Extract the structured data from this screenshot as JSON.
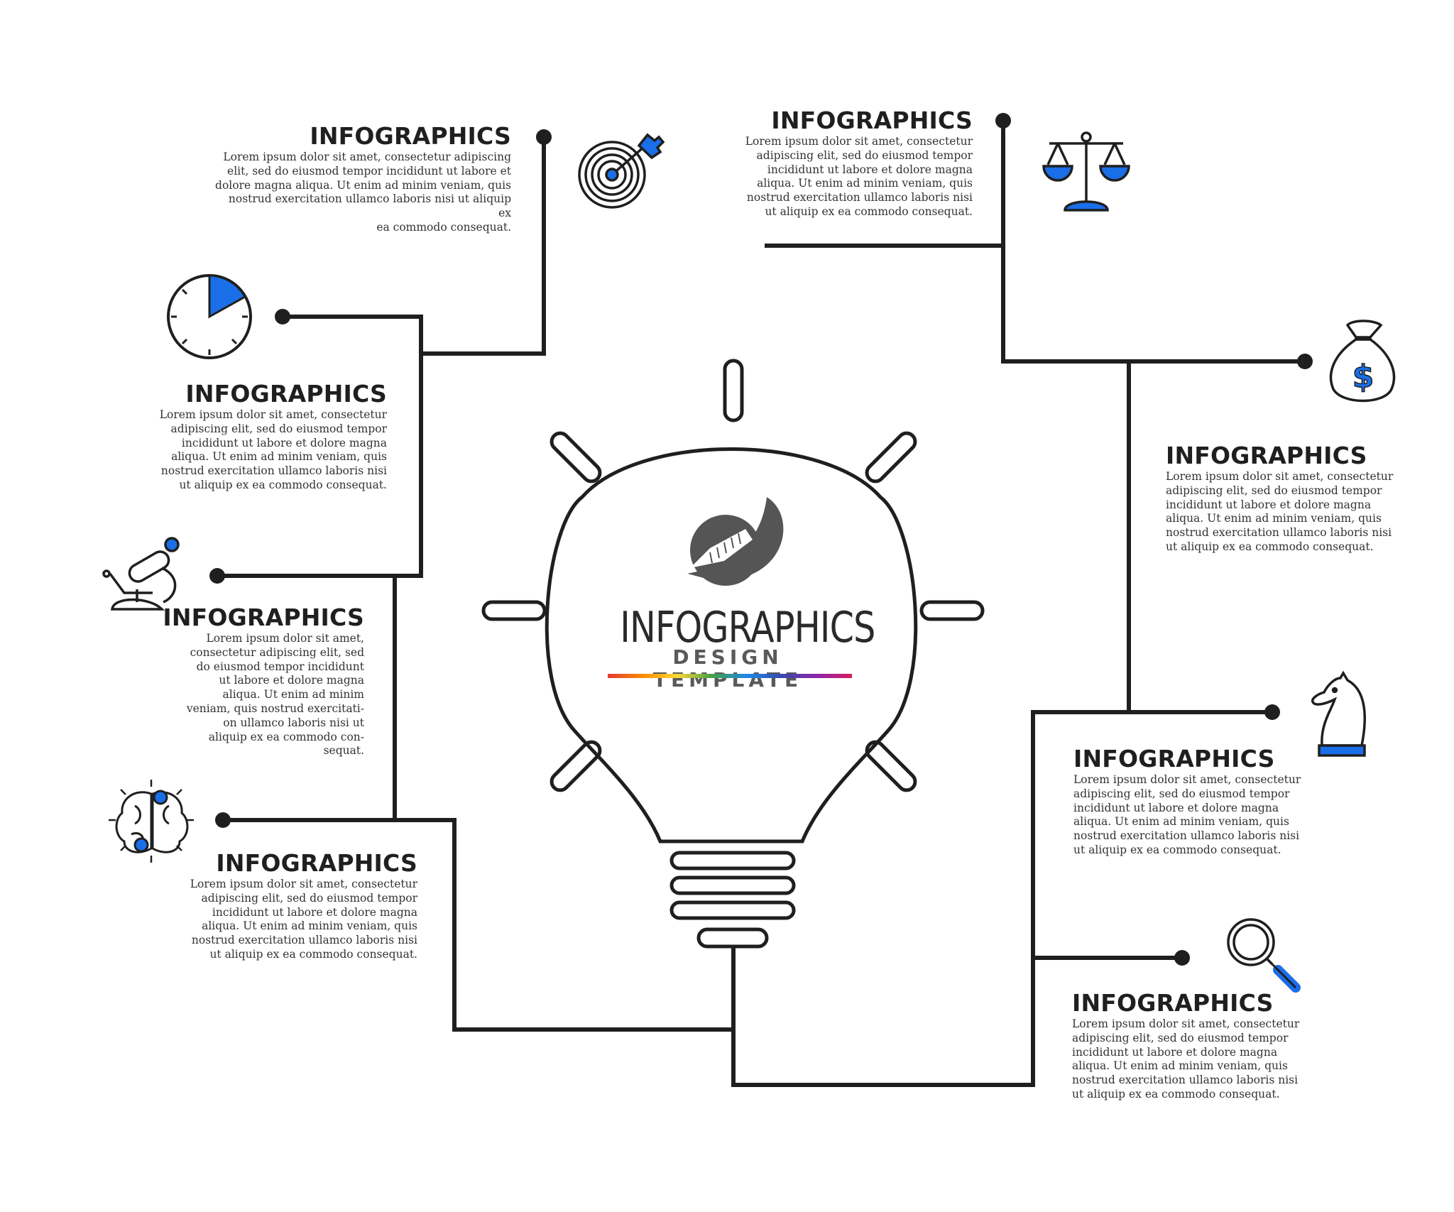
{
  "center": {
    "title": "INFOGRAPHICS",
    "subtitle": "DESIGN TEMPLATE"
  },
  "blocks": [
    {
      "title": "INFOGRAPHICS",
      "lines": [
        "Lorem ipsum dolor sit amet, consectetur adipiscing",
        "elit, sed do eiusmod tempor incididunt ut labore et",
        "dolore magna aliqua. Ut enim ad minim veniam, quis",
        "nostrud exercitation ullamco laboris nisi ut aliquip ex",
        "ea commodo consequat."
      ]
    },
    {
      "title": "INFOGRAPHICS",
      "lines": [
        "Lorem ipsum dolor sit amet, consectetur",
        "adipiscing elit, sed do eiusmod tempor",
        "incididunt ut labore et dolore magna",
        "aliqua. Ut enim ad minim veniam, quis",
        "nostrud exercitation ullamco laboris nisi",
        "ut aliquip ex ea commodo consequat."
      ]
    },
    {
      "title": "INFOGRAPHICS",
      "lines": [
        "Lorem ipsum dolor sit amet,",
        "consectetur adipiscing elit, sed",
        "do eiusmod tempor incididunt",
        "ut labore et dolore magna",
        "aliqua. Ut enim ad minim",
        "veniam, quis nostrud exercitati-",
        "on ullamco laboris nisi ut",
        "aliquip ex ea commodo con-",
        "sequat."
      ]
    },
    {
      "title": "INFOGRAPHICS",
      "lines": [
        "Lorem ipsum dolor sit amet, consectetur",
        "adipiscing elit, sed do eiusmod tempor",
        "incididunt ut labore et dolore magna",
        "aliqua. Ut enim ad minim veniam, quis",
        "nostrud exercitation ullamco laboris nisi",
        "ut aliquip ex ea commodo consequat."
      ]
    },
    {
      "title": "INFOGRAPHICS",
      "lines": [
        "Lorem ipsum dolor sit amet, consectetur",
        "adipiscing elit, sed do eiusmod tempor",
        "incididunt ut labore et dolore magna",
        "aliqua. Ut enim ad minim veniam, quis",
        "nostrud exercitation ullamco laboris nisi",
        "ut aliquip ex ea commodo consequat."
      ]
    },
    {
      "title": "INFOGRAPHICS",
      "lines": [
        "Lorem ipsum dolor sit amet, consectetur",
        "adipiscing elit, sed do eiusmod tempor",
        "incididunt ut labore et dolore magna",
        "aliqua. Ut enim ad minim veniam, quis",
        "nostrud exercitation ullamco laboris nisi",
        "ut aliquip ex ea commodo consequat."
      ]
    },
    {
      "title": "INFOGRAPHICS",
      "lines": [
        "Lorem ipsum dolor sit amet, consectetur",
        "adipiscing elit, sed do eiusmod tempor",
        "incididunt ut labore et dolore magna",
        "aliqua. Ut enim ad minim veniam, quis",
        "nostrud exercitation ullamco laboris nisi",
        "ut aliquip ex ea commodo consequat."
      ]
    },
    {
      "title": "INFOGRAPHICS",
      "lines": [
        "Lorem ipsum dolor sit amet, consectetur",
        "adipiscing elit, sed do eiusmod tempor",
        "incididunt ut labore et dolore magna",
        "aliqua. Ut enim ad minim veniam, quis",
        "nostrud exercitation ullamco laboris nisi",
        "ut aliquip ex ea commodo consequat."
      ]
    }
  ],
  "icons": [
    "target-icon",
    "clock-icon",
    "microscope-icon",
    "brain-icon",
    "scales-icon",
    "money-bag-icon",
    "chess-knight-icon",
    "magnifier-icon",
    "logo-icon",
    "lightbulb-icon"
  ],
  "colors": {
    "accent": "#1a6ee8",
    "line": "#1f1f1f",
    "text": "#333333"
  }
}
